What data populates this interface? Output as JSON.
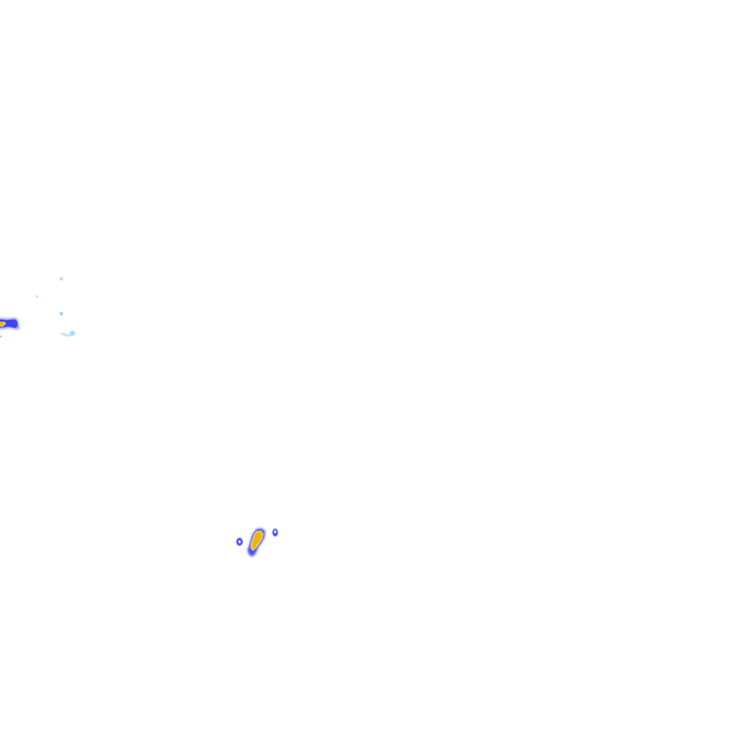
{
  "map": {
    "background_color": "#ffffff",
    "palette": {
      "light": "#b3dcf7",
      "light_stroke": "#9ccff2",
      "moderate": "#3f44f0",
      "moderate_edge": "#8a8ff7",
      "heavy": "#f0b400",
      "heavy_stroke": "#ffe680"
    },
    "echoes": [
      {
        "id": "west-band",
        "intensity": "moderate+heavy"
      },
      {
        "id": "light-cluster-west",
        "intensity": "light"
      },
      {
        "id": "south-cell",
        "intensity": "heavy"
      },
      {
        "id": "south-cell-satellite-west",
        "intensity": "moderate"
      },
      {
        "id": "south-cell-satellite-east",
        "intensity": "moderate"
      }
    ]
  }
}
